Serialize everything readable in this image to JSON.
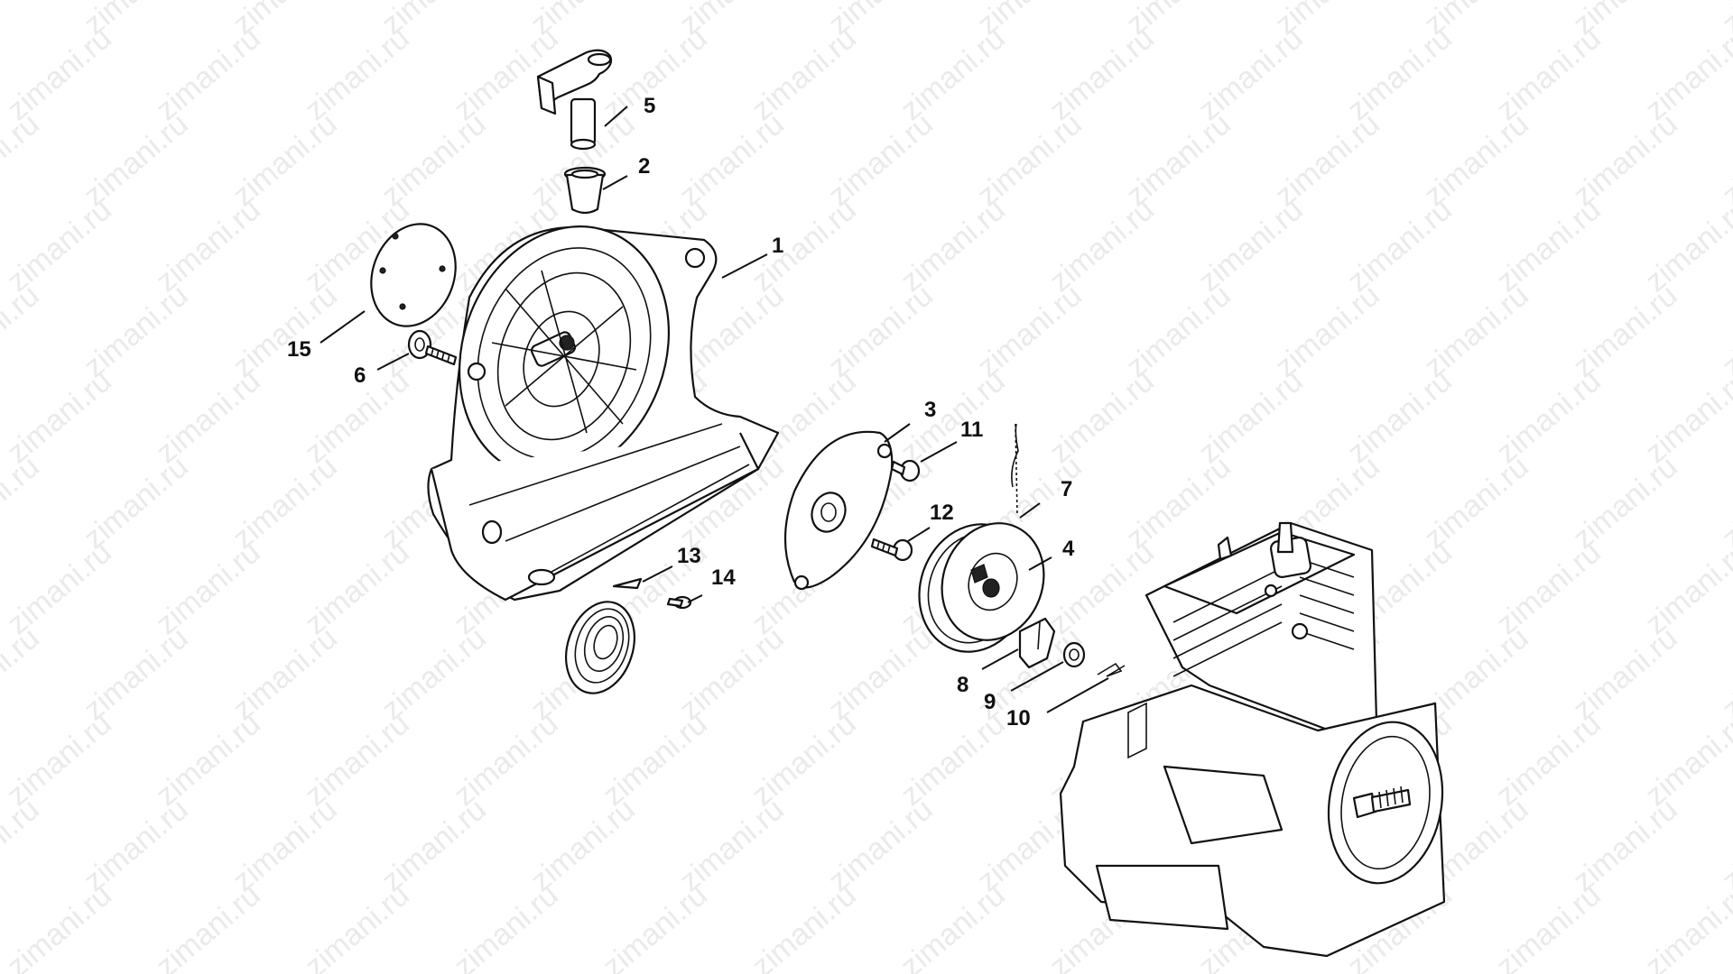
{
  "watermark": {
    "text": "zimani.ru"
  },
  "callouts": [
    {
      "id": "1",
      "label": "1"
    },
    {
      "id": "2",
      "label": "2"
    },
    {
      "id": "3",
      "label": "3"
    },
    {
      "id": "4",
      "label": "4"
    },
    {
      "id": "5",
      "label": "5"
    },
    {
      "id": "6",
      "label": "6"
    },
    {
      "id": "7",
      "label": "7"
    },
    {
      "id": "8",
      "label": "8"
    },
    {
      "id": "9",
      "label": "9"
    },
    {
      "id": "10",
      "label": "10"
    },
    {
      "id": "11",
      "label": "11"
    },
    {
      "id": "12",
      "label": "12"
    },
    {
      "id": "13",
      "label": "13"
    },
    {
      "id": "14",
      "label": "14"
    },
    {
      "id": "15",
      "label": "15"
    }
  ]
}
